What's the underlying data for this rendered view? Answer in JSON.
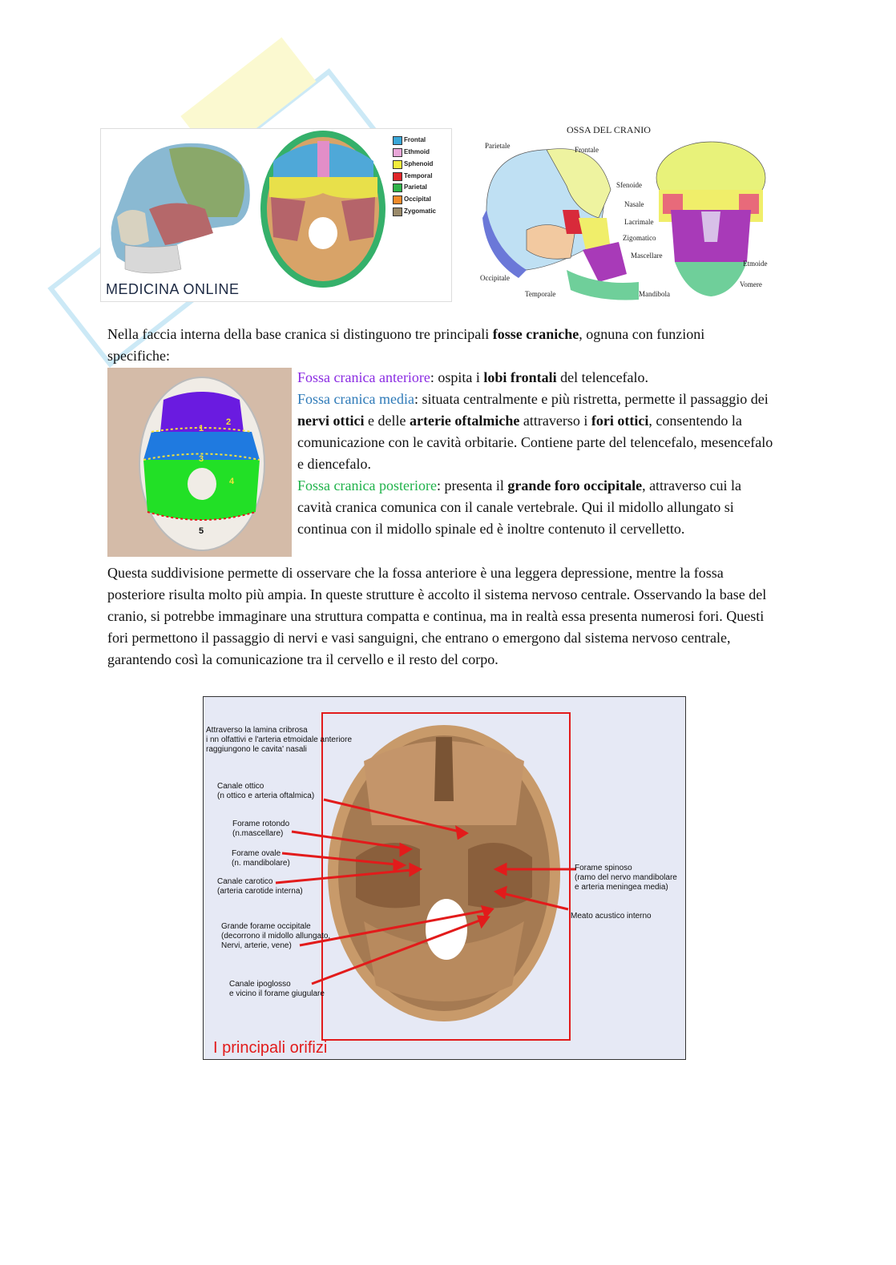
{
  "figure1": {
    "legend": [
      {
        "label": "Frontal",
        "color": "#3aa7d8"
      },
      {
        "label": "Ethmoid",
        "color": "#e8a6d8"
      },
      {
        "label": "Sphenoid",
        "color": "#f3ec3b"
      },
      {
        "label": "Temporal",
        "color": "#e0262a"
      },
      {
        "label": "Parietal",
        "color": "#2fb34a"
      },
      {
        "label": "Occipital",
        "color": "#f08a2a"
      },
      {
        "label": "Zygomatic",
        "color": "#9a8a6a"
      }
    ],
    "brand": "MEDICINA ONLINE"
  },
  "figure2": {
    "title": "OSSA DEL CRANIO",
    "labels": [
      "Parietale",
      "Frontale",
      "Sfenoide",
      "Nasale",
      "Lacrimale",
      "Zigomatico",
      "Mascellare",
      "Etmoide",
      "Vomere",
      "Occipitale",
      "Temporale",
      "Mandibola"
    ]
  },
  "intro": {
    "text_before": "Nella faccia interna della base cranica si distinguono tre principali ",
    "bold": "fosse craniche",
    "text_after": ", ognuna con funzioni specifiche:"
  },
  "figure3": {
    "numbers": [
      "1",
      "2",
      "3",
      "4",
      "5"
    ]
  },
  "fossae": {
    "anterior": {
      "name": "Fossa cranica anteriore",
      "t1": ": ospita i ",
      "b1": "lobi frontali",
      "t2": " del telencefalo."
    },
    "middle": {
      "name": "Fossa cranica media",
      "t1": ": situata centralmente e più ristretta, permette il passaggio dei ",
      "b1": "nervi ottici",
      "t2": " e delle ",
      "b2": "arterie oftalmiche",
      "t3": " attraverso i ",
      "b3": "fori ottici",
      "t4": ", consentendo la comunicazione con le cavità orbitarie. Contiene parte del telencefalo, mesencefalo e diencefalo."
    },
    "posterior": {
      "name": "Fossa cranica posteriore",
      "t1": ": presenta il ",
      "b1": "grande foro occipitale",
      "t2": ", attraverso cui la cavità cranica comunica con il canale vertebrale. Qui il midollo allungato si continua con il midollo spinale ed è inoltre contenuto il cervelletto."
    }
  },
  "paragraph2": "Questa suddivisione permette di osservare che la fossa anteriore è una leggera depressione, mentre la fossa posteriore risulta molto più ampia. In queste strutture è accolto il sistema nervoso centrale. Osservando la base del cranio, si potrebbe immaginare una struttura compatta e continua, ma in realtà essa presenta numerosi fori. Questi fori permettono il passaggio di nervi e vasi sanguigni, che entrano o emergono dal sistema nervoso centrale, garantendo così la comunicazione tra il cervello e il resto del corpo.",
  "figure4": {
    "labels": {
      "lamina": "Attraverso la lamina cribrosa\ni nn olfattivi e l'arteria etmoidale anteriore\nraggiungono le cavita' nasali",
      "ottico": "Canale ottico\n(n ottico e arteria oftalmica)",
      "rotondo": "Forame rotondo\n(n.mascellare)",
      "ovale": "Forame ovale\n(n. mandibolare)",
      "carotico": "Canale carotico\n(arteria carotide interna)",
      "occipitale": "Grande forame occipitale\n(decorrono il midollo allungato,\nNervi, arterie, vene)",
      "ipoglosso": "Canale ipoglosso\ne vicino il forame giugulare",
      "spinoso": "Forame spinoso\n(ramo del nervo mandibolare\ne arteria meningea media)",
      "meato": "Meato acustico interno"
    },
    "caption": "I principali orifizi"
  }
}
